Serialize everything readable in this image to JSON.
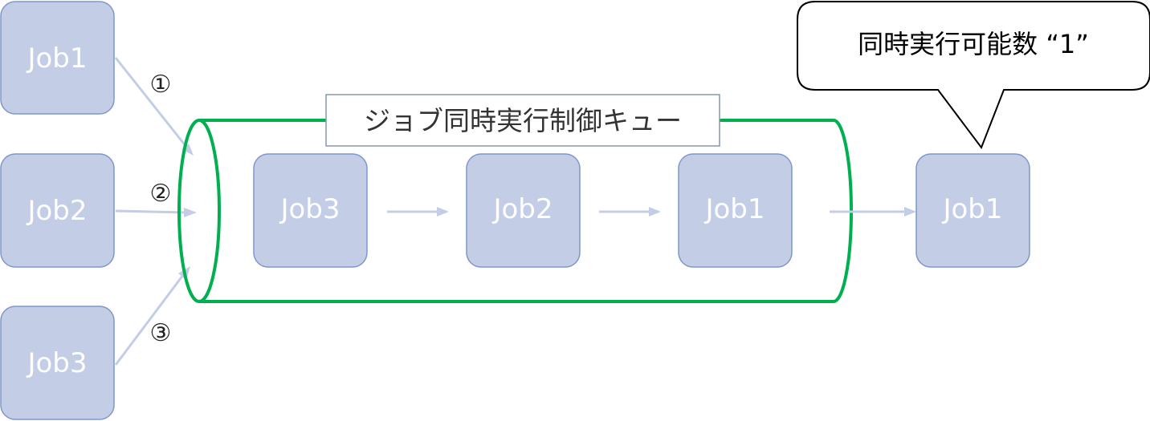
{
  "inputs": [
    {
      "label": "Job1",
      "marker": "①"
    },
    {
      "label": "Job2",
      "marker": "②"
    },
    {
      "label": "Job3",
      "marker": "③"
    }
  ],
  "queue": {
    "title": "ジョブ同時実行制御キュー",
    "items": [
      "Job3",
      "Job2",
      "Job1"
    ]
  },
  "output": {
    "label": "Job1"
  },
  "callout": {
    "text": "同時実行可能数 “1”"
  },
  "colors": {
    "job_fill": "#c3cde6",
    "job_stroke": "#7f97c8",
    "queue_stroke": "#00b050",
    "arrow": "#c3cde6"
  }
}
